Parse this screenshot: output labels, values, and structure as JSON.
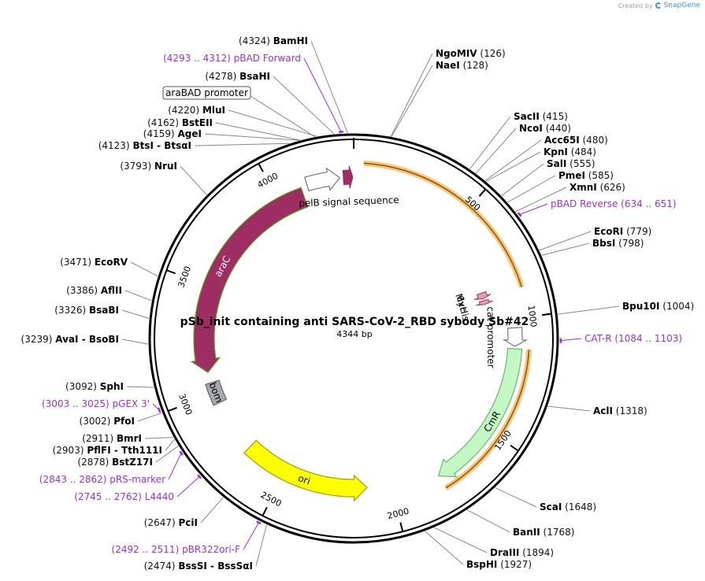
{
  "credit": {
    "prefix": "Created by",
    "brand": "SnapGene"
  },
  "plasmid": {
    "title": "pSb_init containing  anti SARS-CoV-2_RBD sybody Sb#42",
    "length_label": "4344 bp",
    "length": 4344
  },
  "ticks": [
    {
      "bp": 500,
      "label": "500"
    },
    {
      "bp": 1000,
      "label": "1000"
    },
    {
      "bp": 1500,
      "label": "1500"
    },
    {
      "bp": 2000,
      "label": "2000"
    },
    {
      "bp": 2500,
      "label": "2500"
    },
    {
      "bp": 3000,
      "label": "3000"
    },
    {
      "bp": 3500,
      "label": "3500"
    },
    {
      "bp": 4000,
      "label": "4000"
    }
  ],
  "features": [
    {
      "name": "araC",
      "start": 3100,
      "end": 4112,
      "direction": "reverse",
      "color": "#9e2d63",
      "outline": "#5c9e1e",
      "label_inside": true
    },
    {
      "name": "araBAD promoter",
      "start": 4140,
      "end": 4285,
      "direction": "forward",
      "color": "#ffffff",
      "outline": "#777777",
      "label_box": true
    },
    {
      "name": "pelB signal sequence",
      "start": 4300,
      "end": 4340,
      "direction": "forward",
      "color": "#9e2d63",
      "outline": "#9e2d63"
    },
    {
      "name": "Myc",
      "start": 850,
      "end": 880,
      "direction": "forward",
      "color": "#e79ab3",
      "outline": "#a05070"
    },
    {
      "name": "6xHis",
      "start": 890,
      "end": 910,
      "direction": "forward",
      "color": "#e79ab3",
      "outline": "#a05070"
    },
    {
      "name": "cat promoter",
      "start": 1040,
      "end": 1120,
      "direction": "forward",
      "color": "#ffffff",
      "outline": "#777777"
    },
    {
      "name": "CmR",
      "start": 1130,
      "end": 1790,
      "direction": "forward",
      "color": "#c3f7c3",
      "outline": "#6ab86a",
      "label_inside": true
    },
    {
      "name": "ori",
      "start": 2110,
      "end": 2700,
      "direction": "reverse",
      "color": "#ffff00",
      "outline": "#a0a000",
      "label_inside": true
    },
    {
      "name": "bom",
      "start": 2950,
      "end": 3050,
      "direction": "none",
      "color": "#a7a9ac",
      "outline": "#666666",
      "label_inside": true
    }
  ],
  "orange_arcs": [
    {
      "start": 40,
      "end": 880
    },
    {
      "start": 1130,
      "end": 1790
    }
  ],
  "sites": [
    {
      "name": "BamHI",
      "pos": "(4324)",
      "bp": 4324
    },
    {
      "name": "NgoMIV",
      "pos": "(126)",
      "bp": 126
    },
    {
      "name": "NaeI",
      "pos": "(128)",
      "bp": 128
    },
    {
      "name": "BsaHI",
      "pos": "(4278)",
      "bp": 4278
    },
    {
      "name": "MluI",
      "pos": "(4220)",
      "bp": 4220
    },
    {
      "name": "BstEII",
      "pos": "(4162)",
      "bp": 4162
    },
    {
      "name": "AgeI",
      "pos": "(4159)",
      "bp": 4159
    },
    {
      "name": "BtsI  -  BtsαI",
      "pos": "(4123)",
      "bp": 4123
    },
    {
      "name": "NruI",
      "pos": "(3793)",
      "bp": 3793
    },
    {
      "name": "SacII",
      "pos": "(415)",
      "bp": 415
    },
    {
      "name": "NcoI",
      "pos": "(440)",
      "bp": 440
    },
    {
      "name": "Acc65I",
      "pos": "(480)",
      "bp": 480
    },
    {
      "name": "KpnI",
      "pos": "(484)",
      "bp": 484
    },
    {
      "name": "SalI",
      "pos": "(555)",
      "bp": 555
    },
    {
      "name": "PmeI",
      "pos": "(585)",
      "bp": 585
    },
    {
      "name": "XmnI",
      "pos": "(626)",
      "bp": 626
    },
    {
      "name": "EcoRI",
      "pos": "(779)",
      "bp": 779
    },
    {
      "name": "BbsI",
      "pos": "(798)",
      "bp": 798
    },
    {
      "name": "Bpu10I",
      "pos": "(1004)",
      "bp": 1004
    },
    {
      "name": "AclI",
      "pos": "(1318)",
      "bp": 1318
    },
    {
      "name": "ScaI",
      "pos": "(1648)",
      "bp": 1648
    },
    {
      "name": "BanII",
      "pos": "(1768)",
      "bp": 1768
    },
    {
      "name": "DraIII",
      "pos": "(1894)",
      "bp": 1894
    },
    {
      "name": "BspHI",
      "pos": "(1927)",
      "bp": 1927
    },
    {
      "name": "EcoRV",
      "pos": "(3471)",
      "bp": 3471
    },
    {
      "name": "AflII",
      "pos": "(3386)",
      "bp": 3386
    },
    {
      "name": "BsaBI",
      "pos": "(3326)",
      "bp": 3326
    },
    {
      "name": "AvaI  -  BsoBI",
      "pos": "(3239)",
      "bp": 3239
    },
    {
      "name": "SphI",
      "pos": "(3092)",
      "bp": 3092
    },
    {
      "name": "PfoI",
      "pos": "(3002)",
      "bp": 3002
    },
    {
      "name": "BmrI",
      "pos": "(2911)",
      "bp": 2911
    },
    {
      "name": "PflFI  -  Tth111I",
      "pos": "(2903)",
      "bp": 2903
    },
    {
      "name": "BstZ17I",
      "pos": "(2878)",
      "bp": 2878
    },
    {
      "name": "PciI",
      "pos": "(2647)",
      "bp": 2647
    },
    {
      "name": "BssSI  -  BssSαI",
      "pos": "(2474)",
      "bp": 2474
    }
  ],
  "primers": [
    {
      "name": "pBAD Forward",
      "range": "(4293 .. 4312)",
      "bp": 4302
    },
    {
      "name": "pBAD Reverse",
      "range": "(634 .. 651)",
      "bp": 642
    },
    {
      "name": "CAT-R",
      "range": "(1084 .. 1103)",
      "bp": 1093
    },
    {
      "name": "pGEX 3'",
      "range": "(3003 .. 3025)",
      "bp": 3014
    },
    {
      "name": "pRS-marker",
      "range": "(2843 .. 2862)",
      "bp": 2852
    },
    {
      "name": "L4440",
      "range": "(2745 .. 2762)",
      "bp": 2753
    },
    {
      "name": "pBR322ori-F",
      "range": "(2492 .. 2511)",
      "bp": 2501
    }
  ],
  "colors": {
    "primer": "#9b30d9",
    "backbone": "#000000",
    "leader": "#888888"
  }
}
